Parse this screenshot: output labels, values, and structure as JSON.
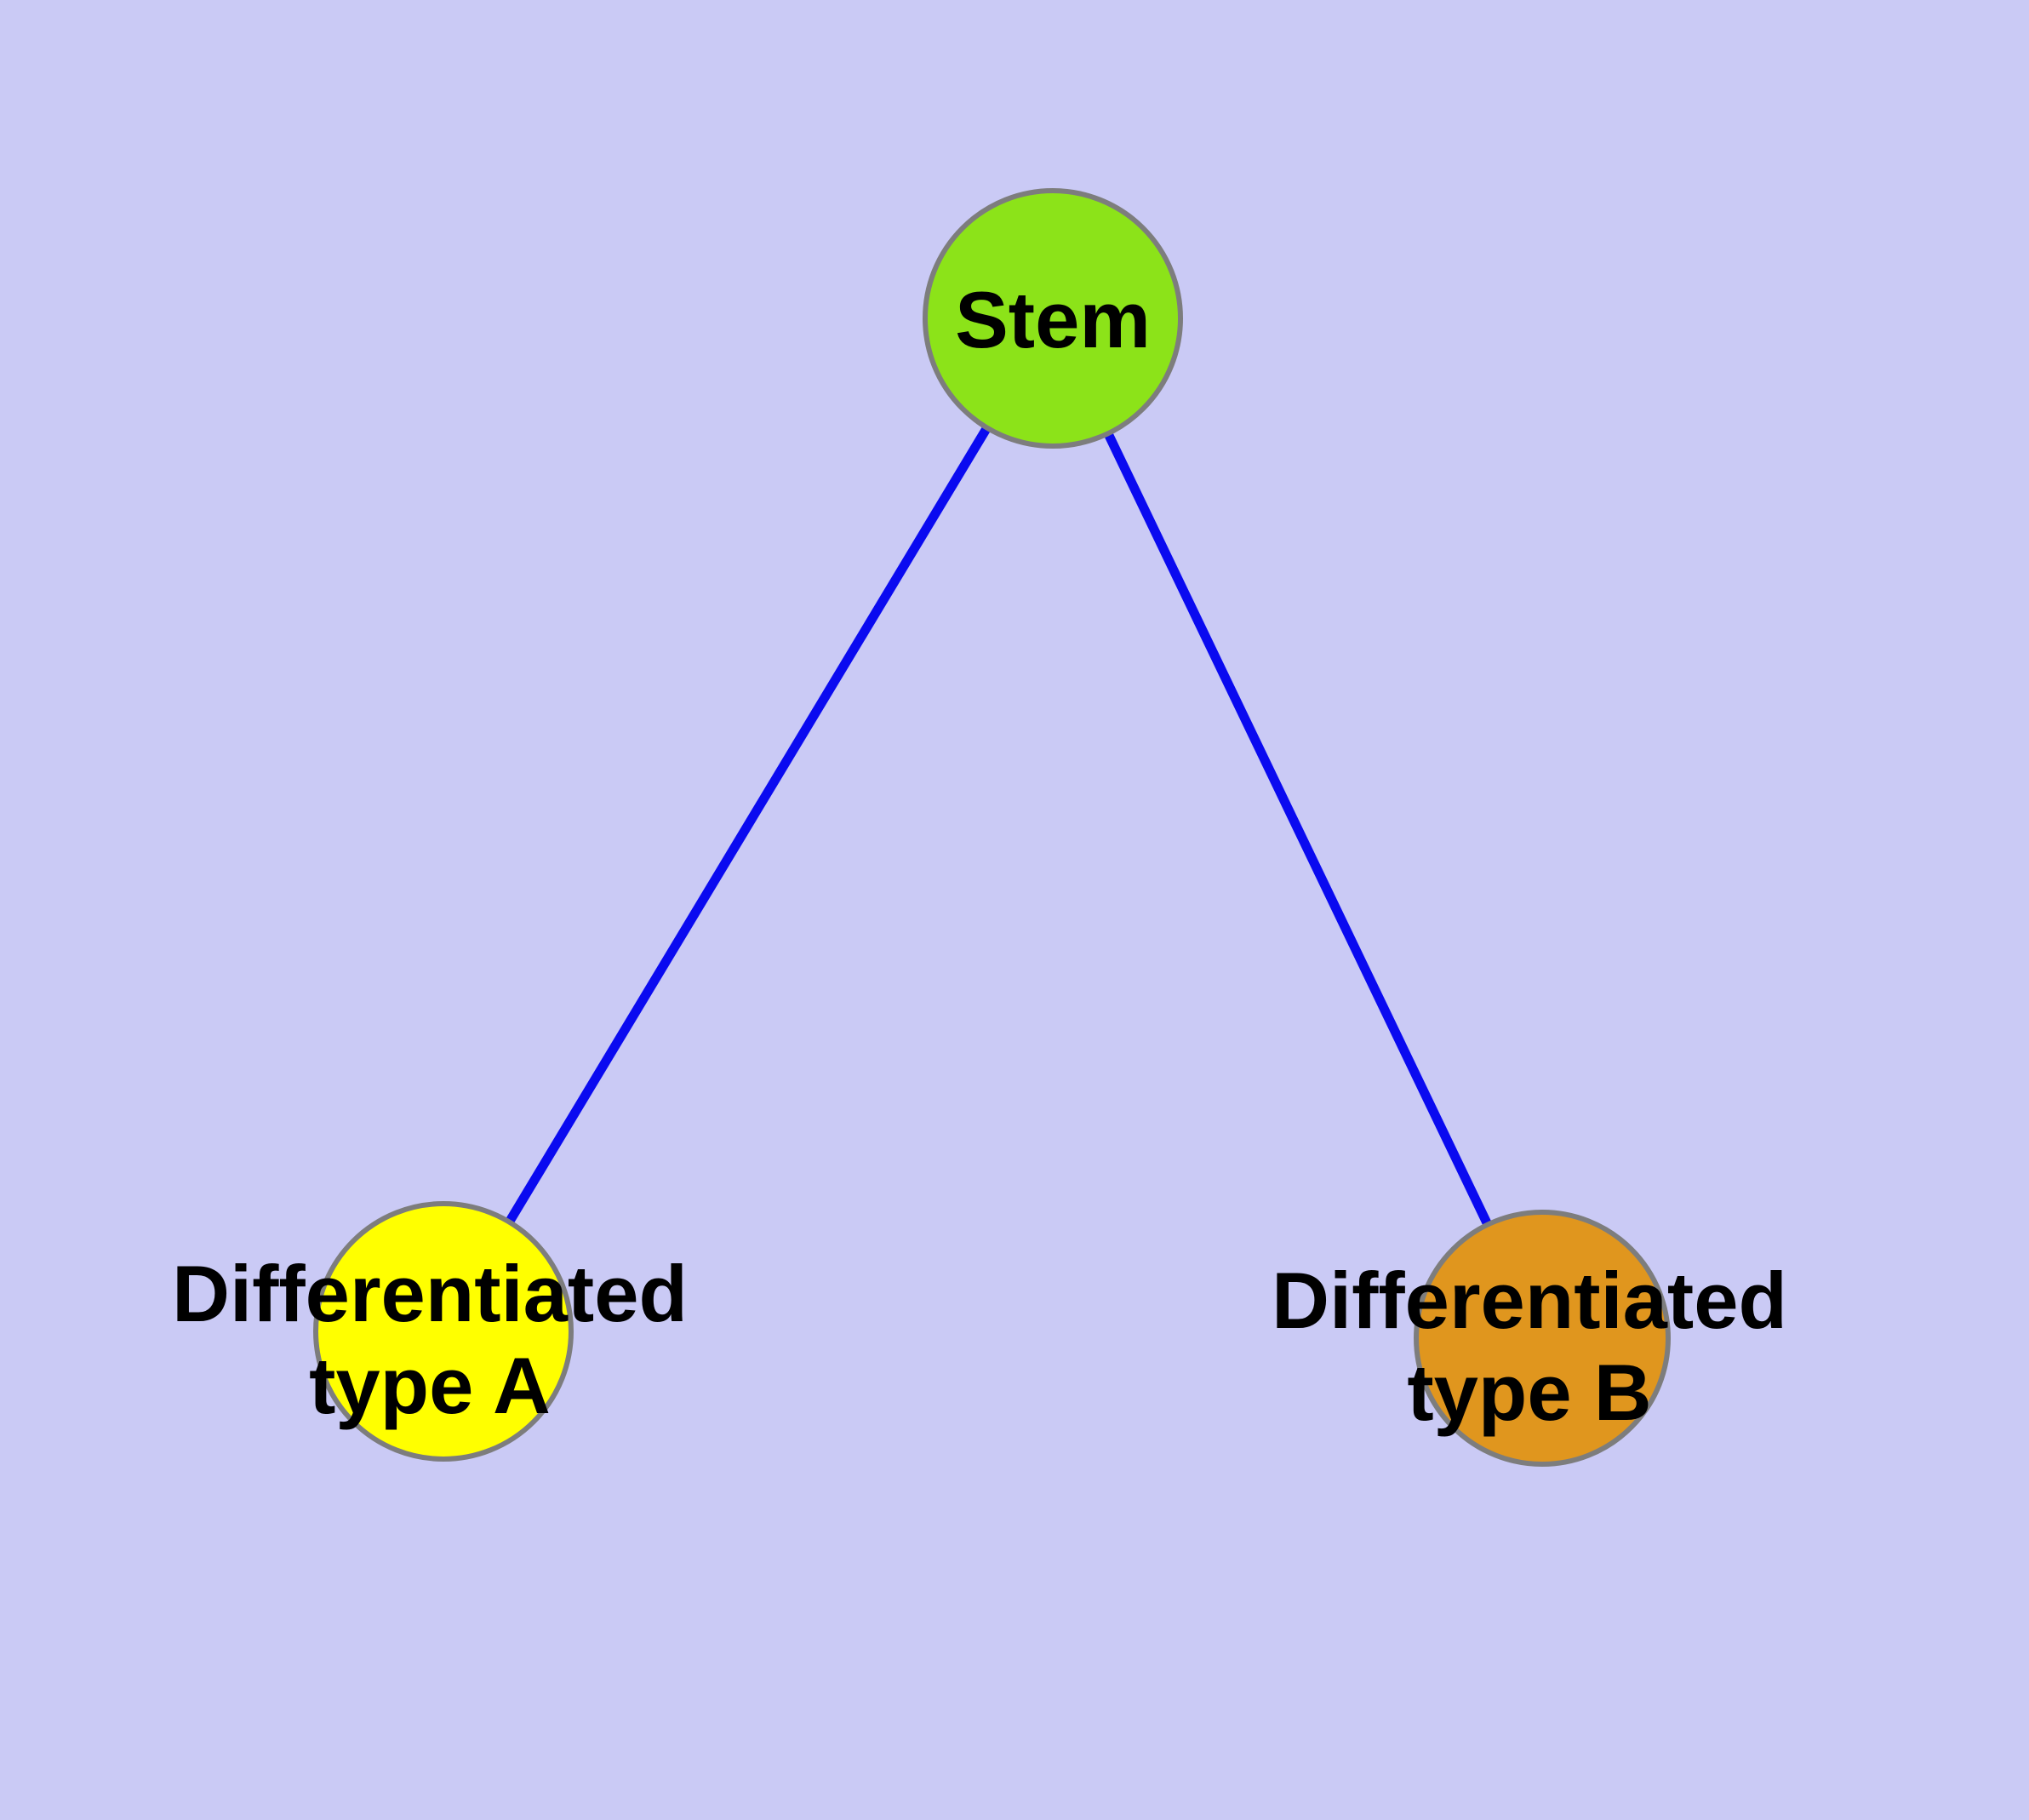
{
  "diagram": {
    "colors": {
      "background": "#cacaf5",
      "edge": "#0a0af0",
      "node_border": "#7d7d7d",
      "label_text": "#000000"
    },
    "nodes": {
      "stem": {
        "label": "Stem",
        "color": "#8ce319"
      },
      "type_a": {
        "label": "Differentiated\ntype A",
        "color": "#ffff00"
      },
      "type_b": {
        "label": "Differentiated\ntype B",
        "color": "#e0961e"
      }
    },
    "edges": [
      {
        "from": "Stem",
        "to": "Differentiated type A"
      },
      {
        "from": "Stem",
        "to": "Differentiated type B"
      }
    ]
  }
}
